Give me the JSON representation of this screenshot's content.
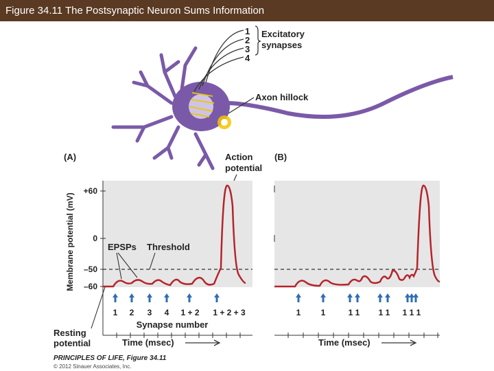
{
  "title": "Figure 34.11  The Postsynaptic Neuron Sums Information",
  "neuron": {
    "synapse_numbers": [
      "1",
      "2",
      "3",
      "4"
    ],
    "excitatory_label": [
      "Excitatory",
      "synapses"
    ],
    "axon_hillock_label": "Axon hillock"
  },
  "panel_a": {
    "letter": "(A)",
    "y_axis_label": "Membrane potential (mV)",
    "y_ticks": [
      "+60",
      "0",
      "–50",
      "–60"
    ],
    "epsps_label": "EPSPs",
    "threshold_label": "Threshold",
    "action_potential_label": [
      "Action",
      "potential"
    ],
    "synapse_labels": [
      "1",
      "2",
      "3",
      "4",
      "1 + 2",
      "1 + 2 + 3"
    ],
    "synapse_axis_label": "Synapse number",
    "resting_label": [
      "Resting",
      "potential"
    ],
    "x_axis_label": "Time (msec)"
  },
  "panel_b": {
    "letter": "(B)",
    "synapse_labels": [
      "1",
      "1",
      "1 1",
      "1 1",
      "1 1 1"
    ],
    "x_axis_label": "Time (msec)"
  },
  "footer": {
    "book": "PRINCIPLES OF LIFE, Figure 34.11",
    "copyright": "© 2012 Sinauer Associates, Inc."
  },
  "colors": {
    "title_bar": "#5a3a22",
    "panel_bg": "#e6e6e6",
    "trace": "#b5242b",
    "arrow": "#2f6db5",
    "neuron": "#7a5aa8",
    "hillock_glow": "#f5c400"
  }
}
